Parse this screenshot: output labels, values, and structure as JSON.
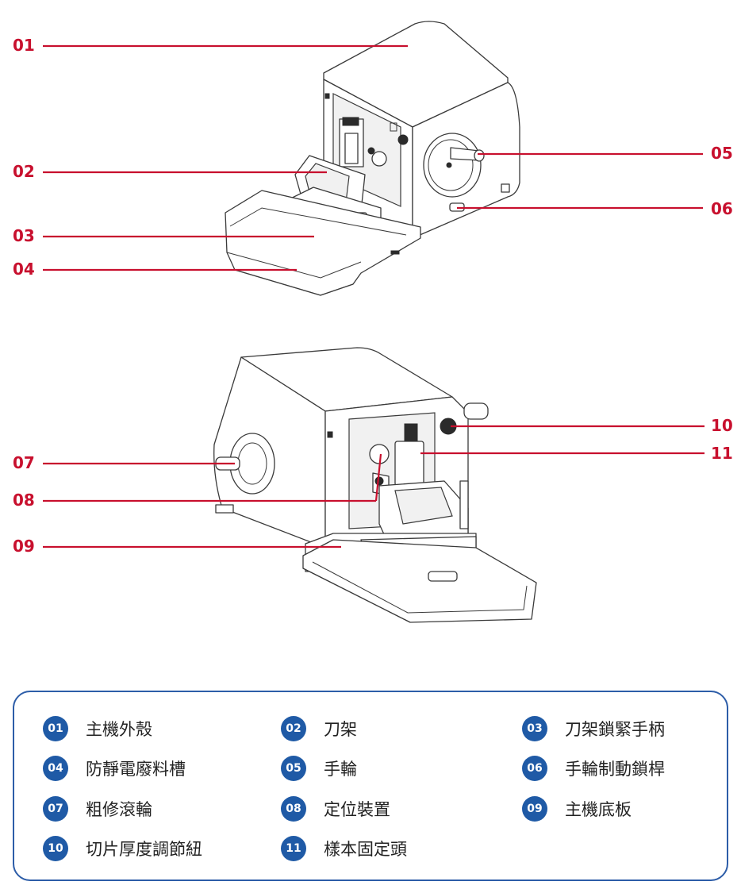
{
  "callouts_top": [
    {
      "num": "01"
    },
    {
      "num": "02"
    },
    {
      "num": "03"
    },
    {
      "num": "04"
    },
    {
      "num": "05"
    },
    {
      "num": "06"
    }
  ],
  "callouts_bottom": [
    {
      "num": "07"
    },
    {
      "num": "08"
    },
    {
      "num": "09"
    },
    {
      "num": "10"
    },
    {
      "num": "11"
    }
  ],
  "legend": [
    {
      "num": "01",
      "label": "主機外殼"
    },
    {
      "num": "02",
      "label": "刀架"
    },
    {
      "num": "03",
      "label": "刀架鎖緊手柄"
    },
    {
      "num": "04",
      "label": "防靜電廢料槽"
    },
    {
      "num": "05",
      "label": "手輪"
    },
    {
      "num": "06",
      "label": "手輪制動鎖桿"
    },
    {
      "num": "07",
      "label": "粗修滾輪"
    },
    {
      "num": "08",
      "label": "定位裝置"
    },
    {
      "num": "09",
      "label": "主機底板"
    },
    {
      "num": "10",
      "label": "切片厚度調節紐"
    },
    {
      "num": "11",
      "label": "樣本固定頭"
    }
  ],
  "colors": {
    "callout": "#c8102e",
    "badge": "#1f5aa6",
    "frame": "#2d5da8"
  }
}
